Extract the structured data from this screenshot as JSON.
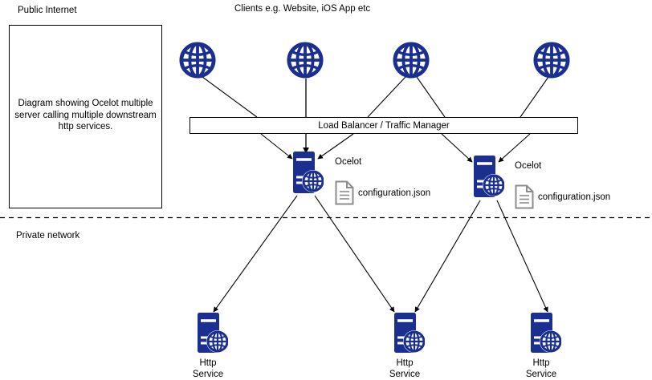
{
  "diagram": {
    "title_note": "Diagram showing Ocelot multiple server calling multiple downstream http services.",
    "zones": {
      "public": "Public Internet",
      "private": "Private network"
    },
    "clients_label": "Clients e.g. Website, iOS App etc",
    "load_balancer": "Load Balancer / Traffic Manager",
    "colors": {
      "node_blue": "#1a2f8f",
      "line_black": "#000000",
      "doc_gray": "#808080",
      "background": "#ffffff"
    },
    "clients": [
      {
        "name": "client-globe-1",
        "icon": "globe-icon"
      },
      {
        "name": "client-globe-2",
        "icon": "globe-icon"
      },
      {
        "name": "client-globe-3",
        "icon": "globe-icon"
      },
      {
        "name": "client-globe-4",
        "icon": "globe-icon"
      }
    ],
    "ocelot_nodes": [
      {
        "label": "Ocelot",
        "config": "configuration.json",
        "icon": "server-globe-icon",
        "config_icon": "document-icon"
      },
      {
        "label": "Ocelot",
        "config": "configuration.json",
        "icon": "server-globe-icon",
        "config_icon": "document-icon"
      }
    ],
    "http_services": [
      {
        "line1": "Http",
        "line2": "Service",
        "icon": "server-globe-icon"
      },
      {
        "line1": "Http",
        "line2": "Service",
        "icon": "server-globe-icon"
      },
      {
        "line1": "Http",
        "line2": "Service",
        "icon": "server-globe-icon"
      }
    ],
    "divider": "dashed-network-boundary"
  }
}
